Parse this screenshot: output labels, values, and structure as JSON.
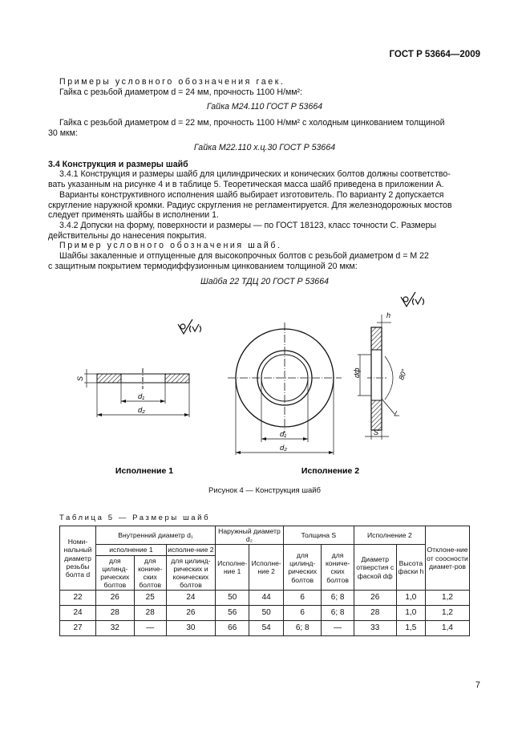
{
  "header": {
    "doc_id": "ГОСТ Р 53664—2009"
  },
  "examples_nut": {
    "heading": "Примеры условного обозначения гаек.",
    "line1": "Гайка с резьбой диаметром d = 24 мм, прочность 1100 Н/мм²:",
    "designation1": "Гайка М24.110 ГОСТ Р 53664",
    "line2a": "Гайка с резьбой диаметром d = 22 мм, прочность 1100 Н/мм² с холодным цинкованием толщиной",
    "line2b": "30 мкм:",
    "designation2": "Гайка М22.110 х.ц.30 ГОСТ Р 53664"
  },
  "section": {
    "title": "3.4 Конструкция и размеры шайб",
    "p1a": "3.4.1 Конструкция и размеры шайб для цилиндрических и конических болтов должны соответство-",
    "p1b": "вать указанным на рисунке 4 и в таблице 5. Теоретическая масса шайб приведена в приложении А.",
    "p2a": "Варианты конструктивного исполнения шайб выбирает изготовитель. По варианту 2 допускается",
    "p2b": "скругление наружной кромки. Радиус скругления не регламентируется. Для железнодорожных мостов",
    "p2c": "следует применять шайбы в исполнении 1.",
    "p3a": "3.4.2 Допуски на форму, поверхности и размеры — по ГОСТ 18123, класс точности С. Размеры",
    "p3b": "действительны до нанесения покрытия.",
    "ex_heading": "Пример условного обозначения шайб.",
    "ex_a": "Шайбы закаленные и отпущенные для высокопрочных болтов с резьбой диаметром d = М 22",
    "ex_b": "с защитным покрытием термодиффузионным цинкованием толщиной 20 мкм:",
    "designation": "Шайба 22 ТДЦ 20 ГОСТ Р 53664"
  },
  "figure": {
    "label_s": "S",
    "label_d1": "d₁",
    "label_d2": "d₂",
    "label_h": "h",
    "label_dph": "dф",
    "label_angle": "80°",
    "label_s2": "S",
    "label_d1b": "d₁",
    "label_d2b": "d₂",
    "caption_v1": "Исполнение 1",
    "caption_v2": "Исполнение 2",
    "caption": "Рисунок 4 — Конструкция шайб"
  },
  "table": {
    "caption": "Таблица 5 — Размеры шайб",
    "h_nominal": "Номи-нальный диаметр резьбы болта d",
    "h_inner": "Внутренний диаметр d₁",
    "h_outer": "Наружный диаметр d₂",
    "h_thick": "Толщина S",
    "h_v2": "Исполнение 2",
    "h_dev": "Отклоне-ние от соосности диамет-ров",
    "h_inner_v1": "исполнение 1",
    "h_inner_v2": "исполне-ние 2",
    "h_cyl": "для цилинд-рических болтов",
    "h_con": "для кониче-ских болтов",
    "h_cylcon": "для цилинд-рических и конических болтов",
    "h_outer_v1": "Исполне-ние 1",
    "h_outer_v2": "Исполне-ние 2",
    "h_s_cyl": "для цилинд-рических болтов",
    "h_s_con": "для кониче-ских болтов",
    "h_dph": "Диаметр отверстия с фаской dф",
    "h_h": "Высота фаски h",
    "rows": [
      [
        "22",
        "26",
        "25",
        "24",
        "50",
        "44",
        "6",
        "6; 8",
        "26",
        "1,0",
        "1,2"
      ],
      [
        "24",
        "28",
        "28",
        "26",
        "56",
        "50",
        "6",
        "6; 8",
        "28",
        "1,0",
        "1,2"
      ],
      [
        "27",
        "32",
        "—",
        "30",
        "66",
        "54",
        "6; 8",
        "—",
        "33",
        "1,5",
        "1,4"
      ]
    ]
  },
  "page_number": "7"
}
